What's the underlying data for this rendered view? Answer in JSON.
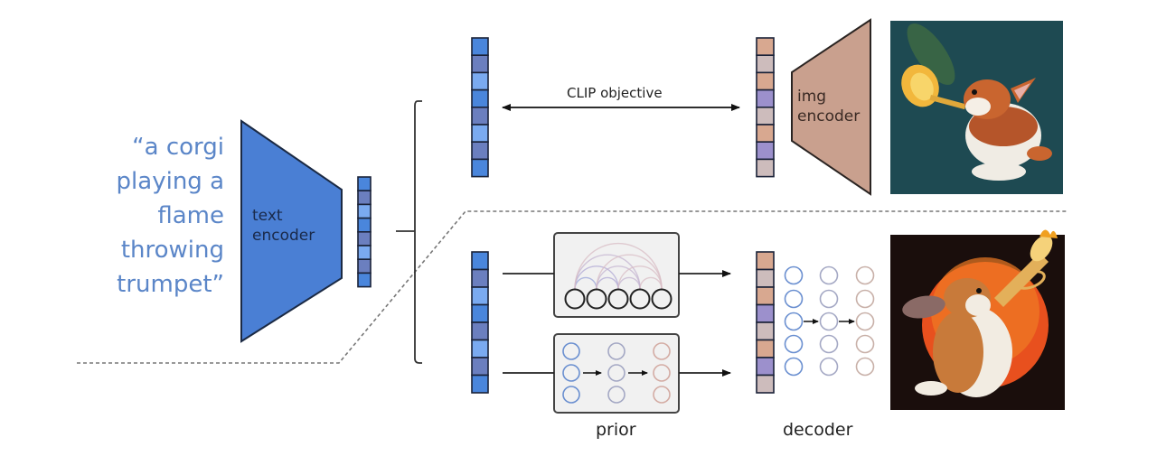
{
  "caption": {
    "lines": [
      "“a corgi",
      "playing a",
      "flame",
      "throwing",
      "trumpet”"
    ]
  },
  "text_encoder": {
    "label_line1": "text",
    "label_line2": "encoder",
    "color": "#4a7fd4"
  },
  "img_encoder": {
    "label_line1": "img",
    "label_line2": "encoder",
    "color": "#c9a08e"
  },
  "clip_objective": {
    "label": "CLIP objective"
  },
  "prior": {
    "label": "prior"
  },
  "decoder": {
    "label": "decoder"
  },
  "embeddings": {
    "text_colors": [
      "#4a86dc",
      "#6b7fbf",
      "#7aaaf0",
      "#4a86dc",
      "#6b7fbf",
      "#7aaaf0",
      "#6b7fbf",
      "#4a86dc"
    ],
    "image_colors": [
      "#d8a890",
      "#cdbcbc",
      "#d8a890",
      "#9c90cc",
      "#cdbcbc",
      "#d8a890",
      "#9c90cc",
      "#cdbcbc"
    ]
  },
  "images": {
    "top": {
      "description": "corgi playing trumpet on teal background",
      "bg": "#1e4a52"
    },
    "bottom": {
      "description": "corgi playing flaming trumpet in front of orange sun",
      "bg": "#1a0e0c"
    }
  }
}
